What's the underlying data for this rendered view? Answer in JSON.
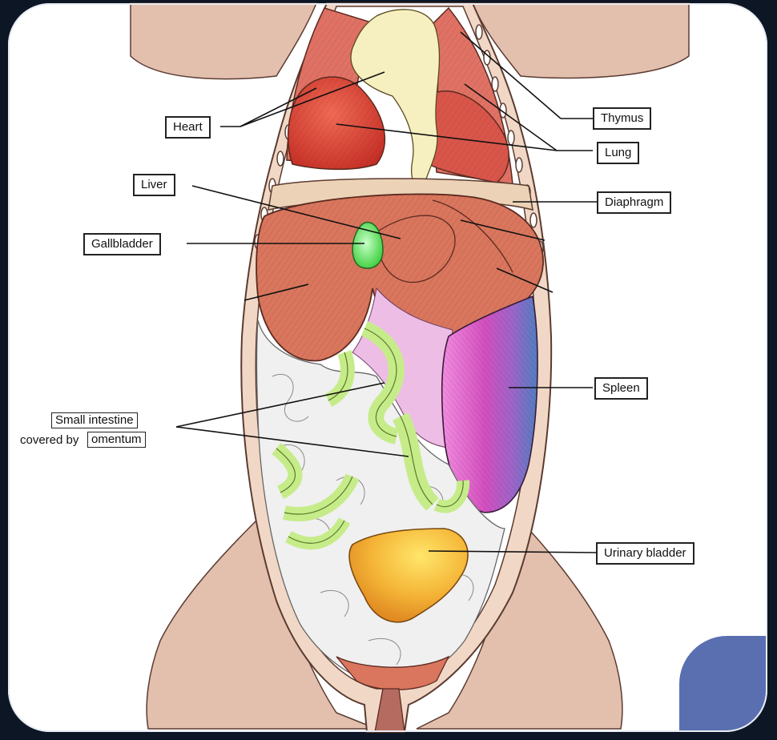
{
  "labels": {
    "heart": "Heart",
    "thymus": "Thymus",
    "lung": "Lung",
    "liver": "Liver",
    "diaphragm": "Diaphragm",
    "gallbladder": "Gallbladder",
    "spleen": "Spleen",
    "small_intestine": "Small intestine",
    "covered_by": "covered by",
    "omentum": "omentum",
    "urinary_bladder": "Urinary bladder"
  },
  "colors": {
    "background": "#0d1624",
    "skin": "#e3bfae",
    "body_wall": "#f1d7c6",
    "heart": "#d8443a",
    "lung": "#e4786a",
    "thymus": "#f6f0c0",
    "diaphragm": "#ecd2b6",
    "liver": "#d9765d",
    "gallbladder": "#6be26b",
    "spleen_pink": "#d94fc2",
    "spleen_blue": "#5e86c4",
    "intestine": "#c6ec8a",
    "omentum": "#f0f0f0",
    "mesentery": "#eebde6",
    "bladder": "#f0b540"
  }
}
